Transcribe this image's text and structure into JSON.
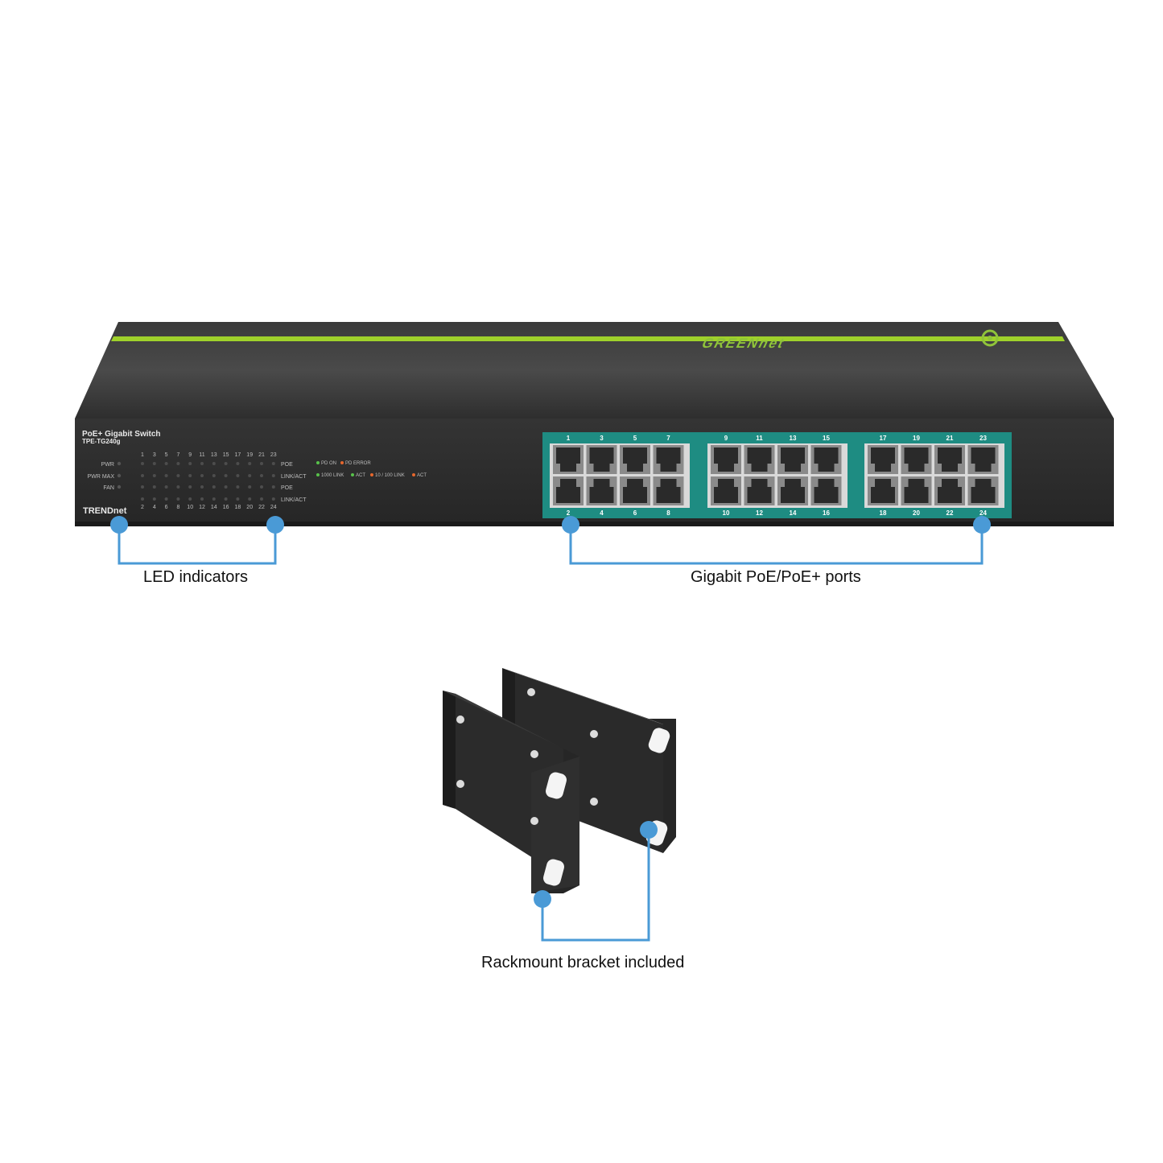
{
  "device": {
    "product_line": "PoE+ Gigabit Switch",
    "model": "TPE-TG240g",
    "brand_logo": "TRENDnet",
    "top_logo": "GREENnet",
    "colors": {
      "body": "#2c2c2c",
      "accent_stripe": "#9fd12b",
      "port_panel": "#1e8c82",
      "callout": "#4a9ad6"
    }
  },
  "leds": {
    "status_labels": [
      "PWR",
      "PWR MAX",
      "FAN"
    ],
    "odd_ports": [
      "1",
      "3",
      "5",
      "7",
      "9",
      "11",
      "13",
      "15",
      "17",
      "19",
      "21",
      "23"
    ],
    "even_ports": [
      "2",
      "4",
      "6",
      "8",
      "10",
      "12",
      "14",
      "16",
      "18",
      "20",
      "22",
      "24"
    ],
    "row_labels": [
      "POE",
      "LINK/ACT",
      "POE",
      "LINK/ACT"
    ],
    "legend_row1": [
      "PD ON",
      "PD ERROR"
    ],
    "legend_row2": [
      "1000 LINK",
      "ACT",
      "10 / 100 LINK",
      "ACT"
    ]
  },
  "ports": {
    "groups": [
      {
        "top": [
          "1",
          "3",
          "5",
          "7"
        ],
        "bottom": [
          "2",
          "4",
          "6",
          "8"
        ]
      },
      {
        "top": [
          "9",
          "11",
          "13",
          "15"
        ],
        "bottom": [
          "10",
          "12",
          "14",
          "16"
        ]
      },
      {
        "top": [
          "17",
          "19",
          "21",
          "23"
        ],
        "bottom": [
          "18",
          "20",
          "22",
          "24"
        ]
      }
    ]
  },
  "callouts": {
    "led": "LED indicators",
    "ports": "Gigabit PoE/PoE+ ports",
    "bracket": "Rackmount bracket included"
  }
}
